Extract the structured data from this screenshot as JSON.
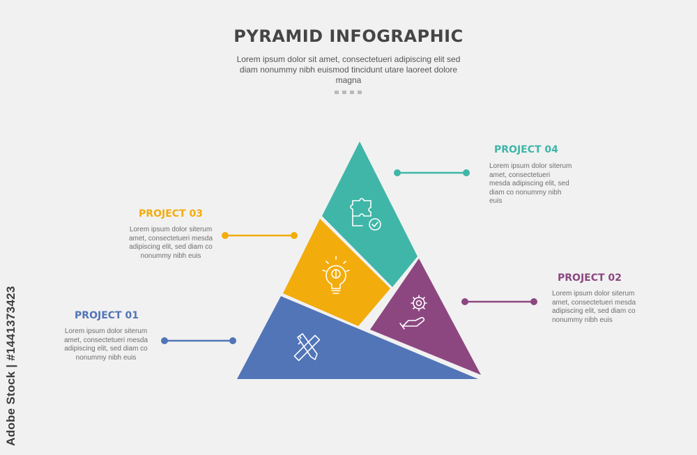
{
  "header": {
    "title": "PYRAMID INFOGRAPHIC",
    "subtitle": "Lorem ipsum dolor sit amet, consectetueri adipiscing elit sed diam nonummy nibh euismod tincidunt utare laoreet dolore magna"
  },
  "projects": [
    {
      "title": "PROJECT 01",
      "text": "Lorem ipsum dolor siterum amet, consectetueri mesda adipiscing elit, sed diam co nonummy nibh euis",
      "color": "#5275b8",
      "icon": "pencil-ruler-icon"
    },
    {
      "title": "PROJECT 02",
      "text": "Lorem ipsum dolor siterum amet, consectetueri mesda adipiscing elit, sed diam co nonummy nibh euis",
      "color": "#8c4780",
      "icon": "gear-hand-icon"
    },
    {
      "title": "PROJECT 03",
      "text": "Lorem ipsum dolor siterum amet, consectetueri mesda adipiscing elit, sed diam co nonummy nibh euis",
      "color": "#f2ac0c",
      "icon": "lightbulb-brain-icon"
    },
    {
      "title": "PROJECT 04",
      "text": "Lorem ipsum dolor siterum amet, consectetueri mesda adipiscing elit, sed diam co nonummy nibh euis",
      "color": "#3fb6a8",
      "icon": "puzzle-check-icon"
    }
  ],
  "watermark": {
    "side_text": "Adobe Stock | #1441373423"
  }
}
